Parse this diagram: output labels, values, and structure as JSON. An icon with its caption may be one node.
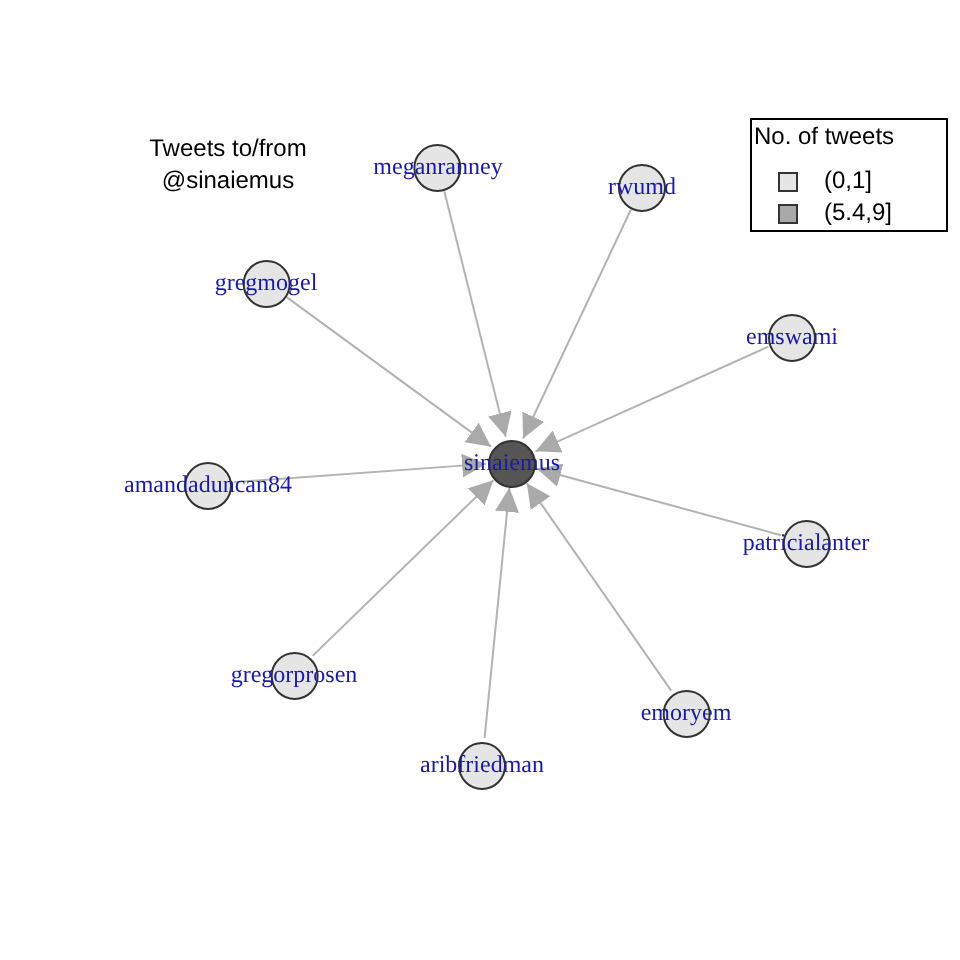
{
  "diagram": {
    "title": "Tweets to/from @sinaiemus",
    "nodes": [
      {
        "text": [
          "meganranney"
        ]
      },
      {
        "text": [
          "rwumd"
        ]
      },
      {
        "text": [
          "gregmogel"
        ]
      },
      {
        "text": [
          "emswami"
        ]
      },
      {
        "text": [
          "sinaiemus"
        ]
      },
      {
        "text": [
          "amandaduncan84"
        ]
      },
      {
        "text": [
          "patricialanter"
        ]
      },
      {
        "text": [
          "gregorprosen"
        ]
      },
      {
        "text": [
          "emoryem"
        ]
      },
      {
        "text": [
          "aribfriedman"
        ]
      }
    ],
    "edges": [
      {
        "from": 0,
        "to": 4,
        "arrow": "to"
      },
      {
        "from": 1,
        "to": 4,
        "arrow": "to"
      },
      {
        "from": 2,
        "to": 4,
        "arrow": "to"
      },
      {
        "from": 3,
        "to": 4,
        "arrow": "to"
      },
      {
        "from": 5,
        "to": 4,
        "arrow": "to"
      },
      {
        "from": 6,
        "to": 4,
        "arrow": "to"
      },
      {
        "from": 7,
        "to": 4,
        "arrow": "to"
      },
      {
        "from": 8,
        "to": 4,
        "arrow": "to"
      },
      {
        "from": 9,
        "to": 4,
        "arrow": "to"
      }
    ],
    "labels": [
      "No. of tweets"
    ],
    "legend": [
      {
        "text": "(0,1]",
        "color": "#e5e5e5"
      },
      {
        "text": "(5.4,9]",
        "color": "#a9a9a9"
      }
    ]
  }
}
